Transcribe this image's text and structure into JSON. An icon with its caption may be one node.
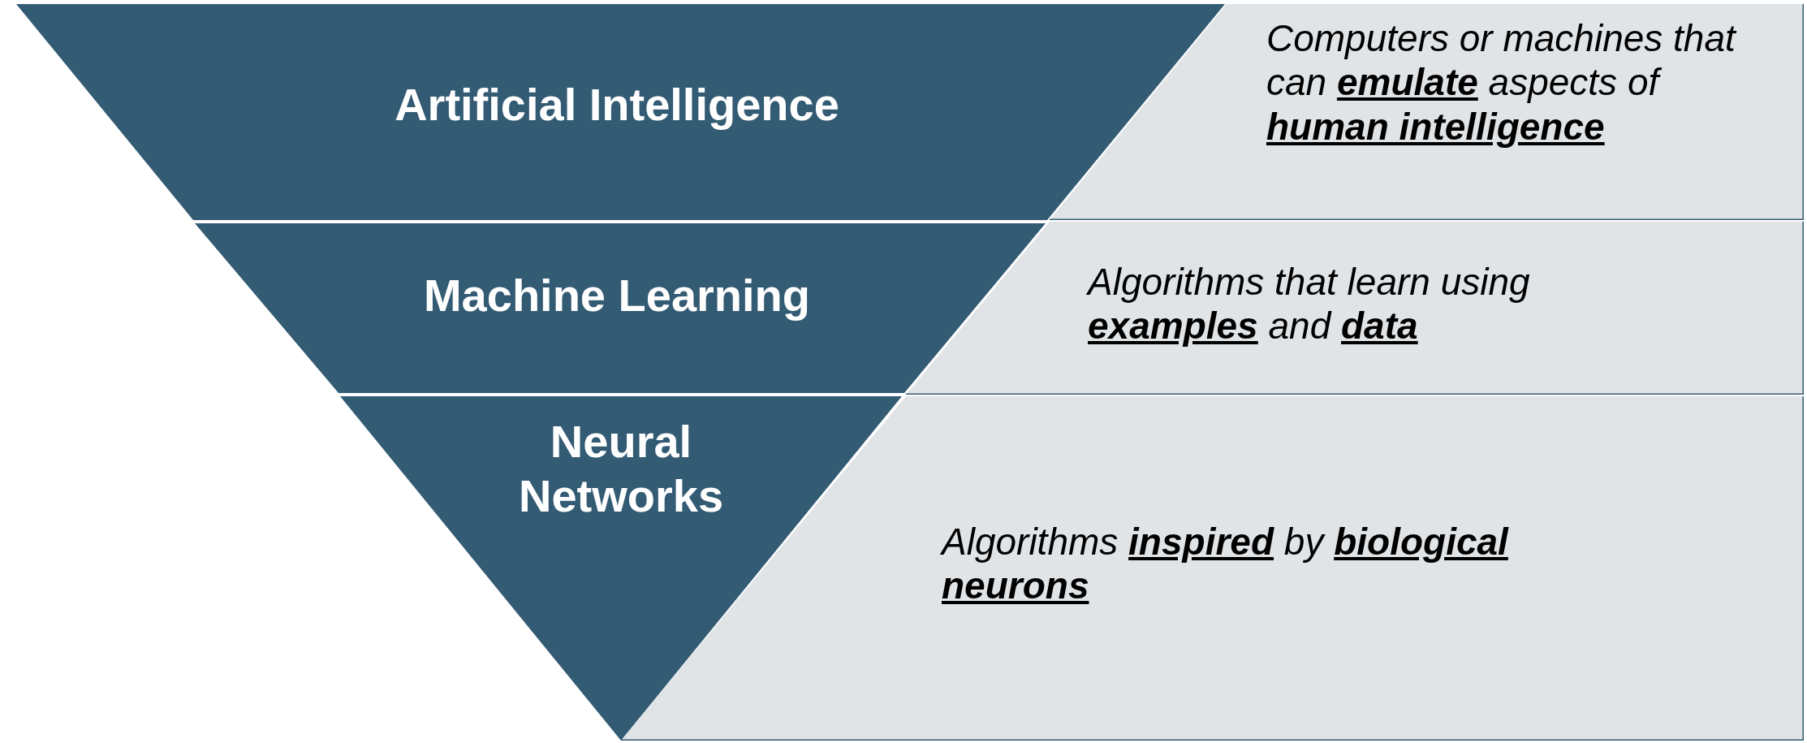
{
  "diagram": {
    "nodes": [
      {
        "text": [
          "Artificial Intelligence"
        ]
      },
      {
        "text": [
          "Machine Learning"
        ]
      },
      {
        "text": [
          "Neural Networks"
        ]
      },
      {
        "text": [
          "Computers or machines that can **emulate** aspects of **human intelligence**"
        ]
      },
      {
        "text": [
          "Algorithms that learn using **examples** and **data**"
        ]
      },
      {
        "text": [
          "Algorithms **inspired** by **biological neurons**"
        ]
      }
    ]
  }
}
